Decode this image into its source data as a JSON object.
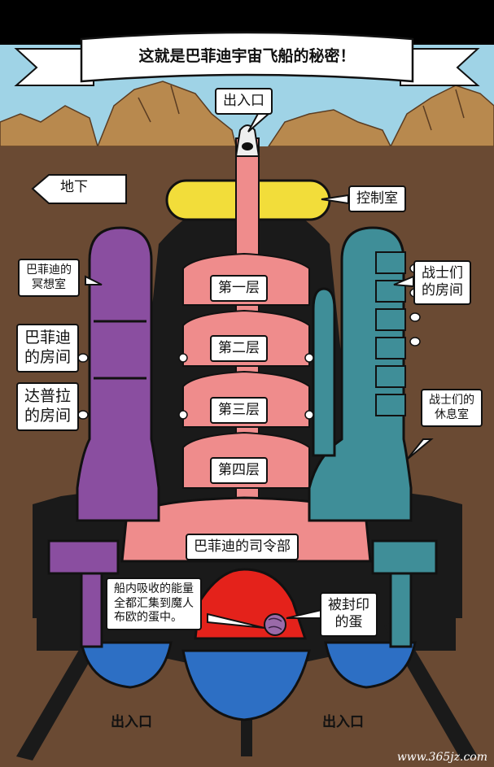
{
  "banner": {
    "title": "这就是巴菲迪宇宙飞船的秘密！"
  },
  "labels": {
    "top_entrance": "出入口",
    "underground": "地下",
    "control_room": "控制室",
    "meditation_room_l1": "巴菲迪的",
    "meditation_room_l2": "冥想室",
    "babidi_room_l1": "巴菲迪",
    "babidi_room_l2": "的房间",
    "dabra_room_l1": "达普拉",
    "dabra_room_l2": "的房间",
    "warriors_room_l1": "战士们",
    "warriors_room_l2": "的房间",
    "warriors_rest_l1": "战士们的",
    "warriors_rest_l2": "休息室",
    "floor1": "第一层",
    "floor2": "第二层",
    "floor3": "第三层",
    "floor4": "第四层",
    "command": "巴菲迪的司令部",
    "energy_l1": "船内吸收的能量",
    "energy_l2": "全都汇集到魔人",
    "energy_l3": "布欧的蛋中。",
    "sealed_egg_l1": "被封印",
    "sealed_egg_l2": "的蛋",
    "bottom_left_entrance": "出入口",
    "bottom_right_entrance": "出入口"
  },
  "watermark": "www.365jz.com",
  "colors": {
    "sky": "#9fd3e6",
    "ground": "#6a4a33",
    "rock": "#b8894e",
    "hull": "#1a1a1a",
    "core": "#ef8c8c",
    "control": "#f2dd3a",
    "left_tower": "#8a4ea0",
    "right_tower": "#3f8e98",
    "egg_chamber": "#e4221b",
    "egg": "#9a6aa8",
    "landing_pod": "#2d6fc4"
  }
}
